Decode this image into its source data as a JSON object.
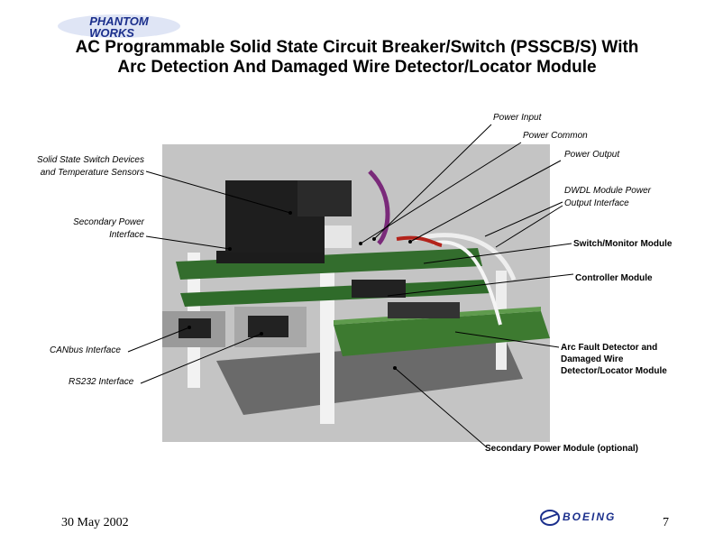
{
  "header": {
    "logo_text_line1": "PHANTOM",
    "logo_text_line2": "WORKS",
    "title_line1": "AC Programmable Solid State Circuit Breaker/Switch (PSSCB/S) With",
    "title_line2": "Arc Detection And Damaged Wire Detector/Locator Module"
  },
  "labels": {
    "power_input": "Power Input",
    "power_common": "Power Common",
    "power_output": "Power Output",
    "ss_switch_line1": "Solid State Switch Devices",
    "ss_switch_line2": "and Temperature Sensors",
    "dwdl_line1": "DWDL Module Power",
    "dwdl_line2": "Output Interface",
    "secondary_line1": "Secondary Power",
    "secondary_line2": "Interface",
    "switch_monitor": "Switch/Monitor Module",
    "controller": "Controller Module",
    "canbus": "CANbus Interface",
    "rs232": "RS232 Interface",
    "arc_line1": "Arc Fault Detector and",
    "arc_line2": "Damaged Wire",
    "arc_line3": "Detector/Locator Module",
    "secondary_module": "Secondary Power Module (optional)"
  },
  "footer": {
    "date": "30 May 2002",
    "brand": "BOEING",
    "page_number": "7"
  },
  "colors": {
    "logo_blue": "#1b2f8c",
    "board_green": "#2f6b2a",
    "background": "#ffffff"
  }
}
